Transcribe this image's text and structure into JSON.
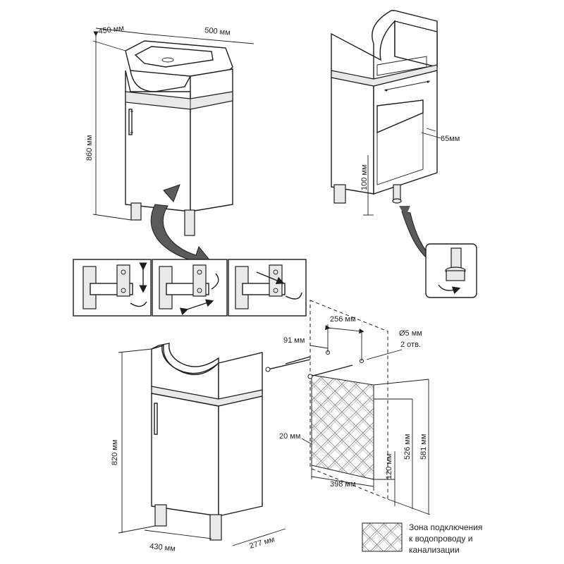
{
  "dims": {
    "top_cabinet": {
      "depth": "450 мм",
      "width": "500 мм",
      "height": "860 мм"
    },
    "frame": {
      "offset": "65мм",
      "leg_height": "100 мм"
    },
    "bottom_cabinet": {
      "height": "820 мм",
      "width": "430 мм",
      "depth": "277 мм"
    },
    "mounting": {
      "hole_spacing": "256 мм",
      "left_offset": "91 мм",
      "hole": "Ø5 мм",
      "hole_count": "2 отв.",
      "zone_left": "20 мм",
      "zone_width": "398 мм",
      "zone_bottom": "120 мм",
      "zone_top": "526 мм",
      "holes_height": "581 мм"
    }
  },
  "legend": {
    "text_line1": "Зона подключения",
    "text_line2": "к водопроводу и",
    "text_line3": "канализации"
  }
}
